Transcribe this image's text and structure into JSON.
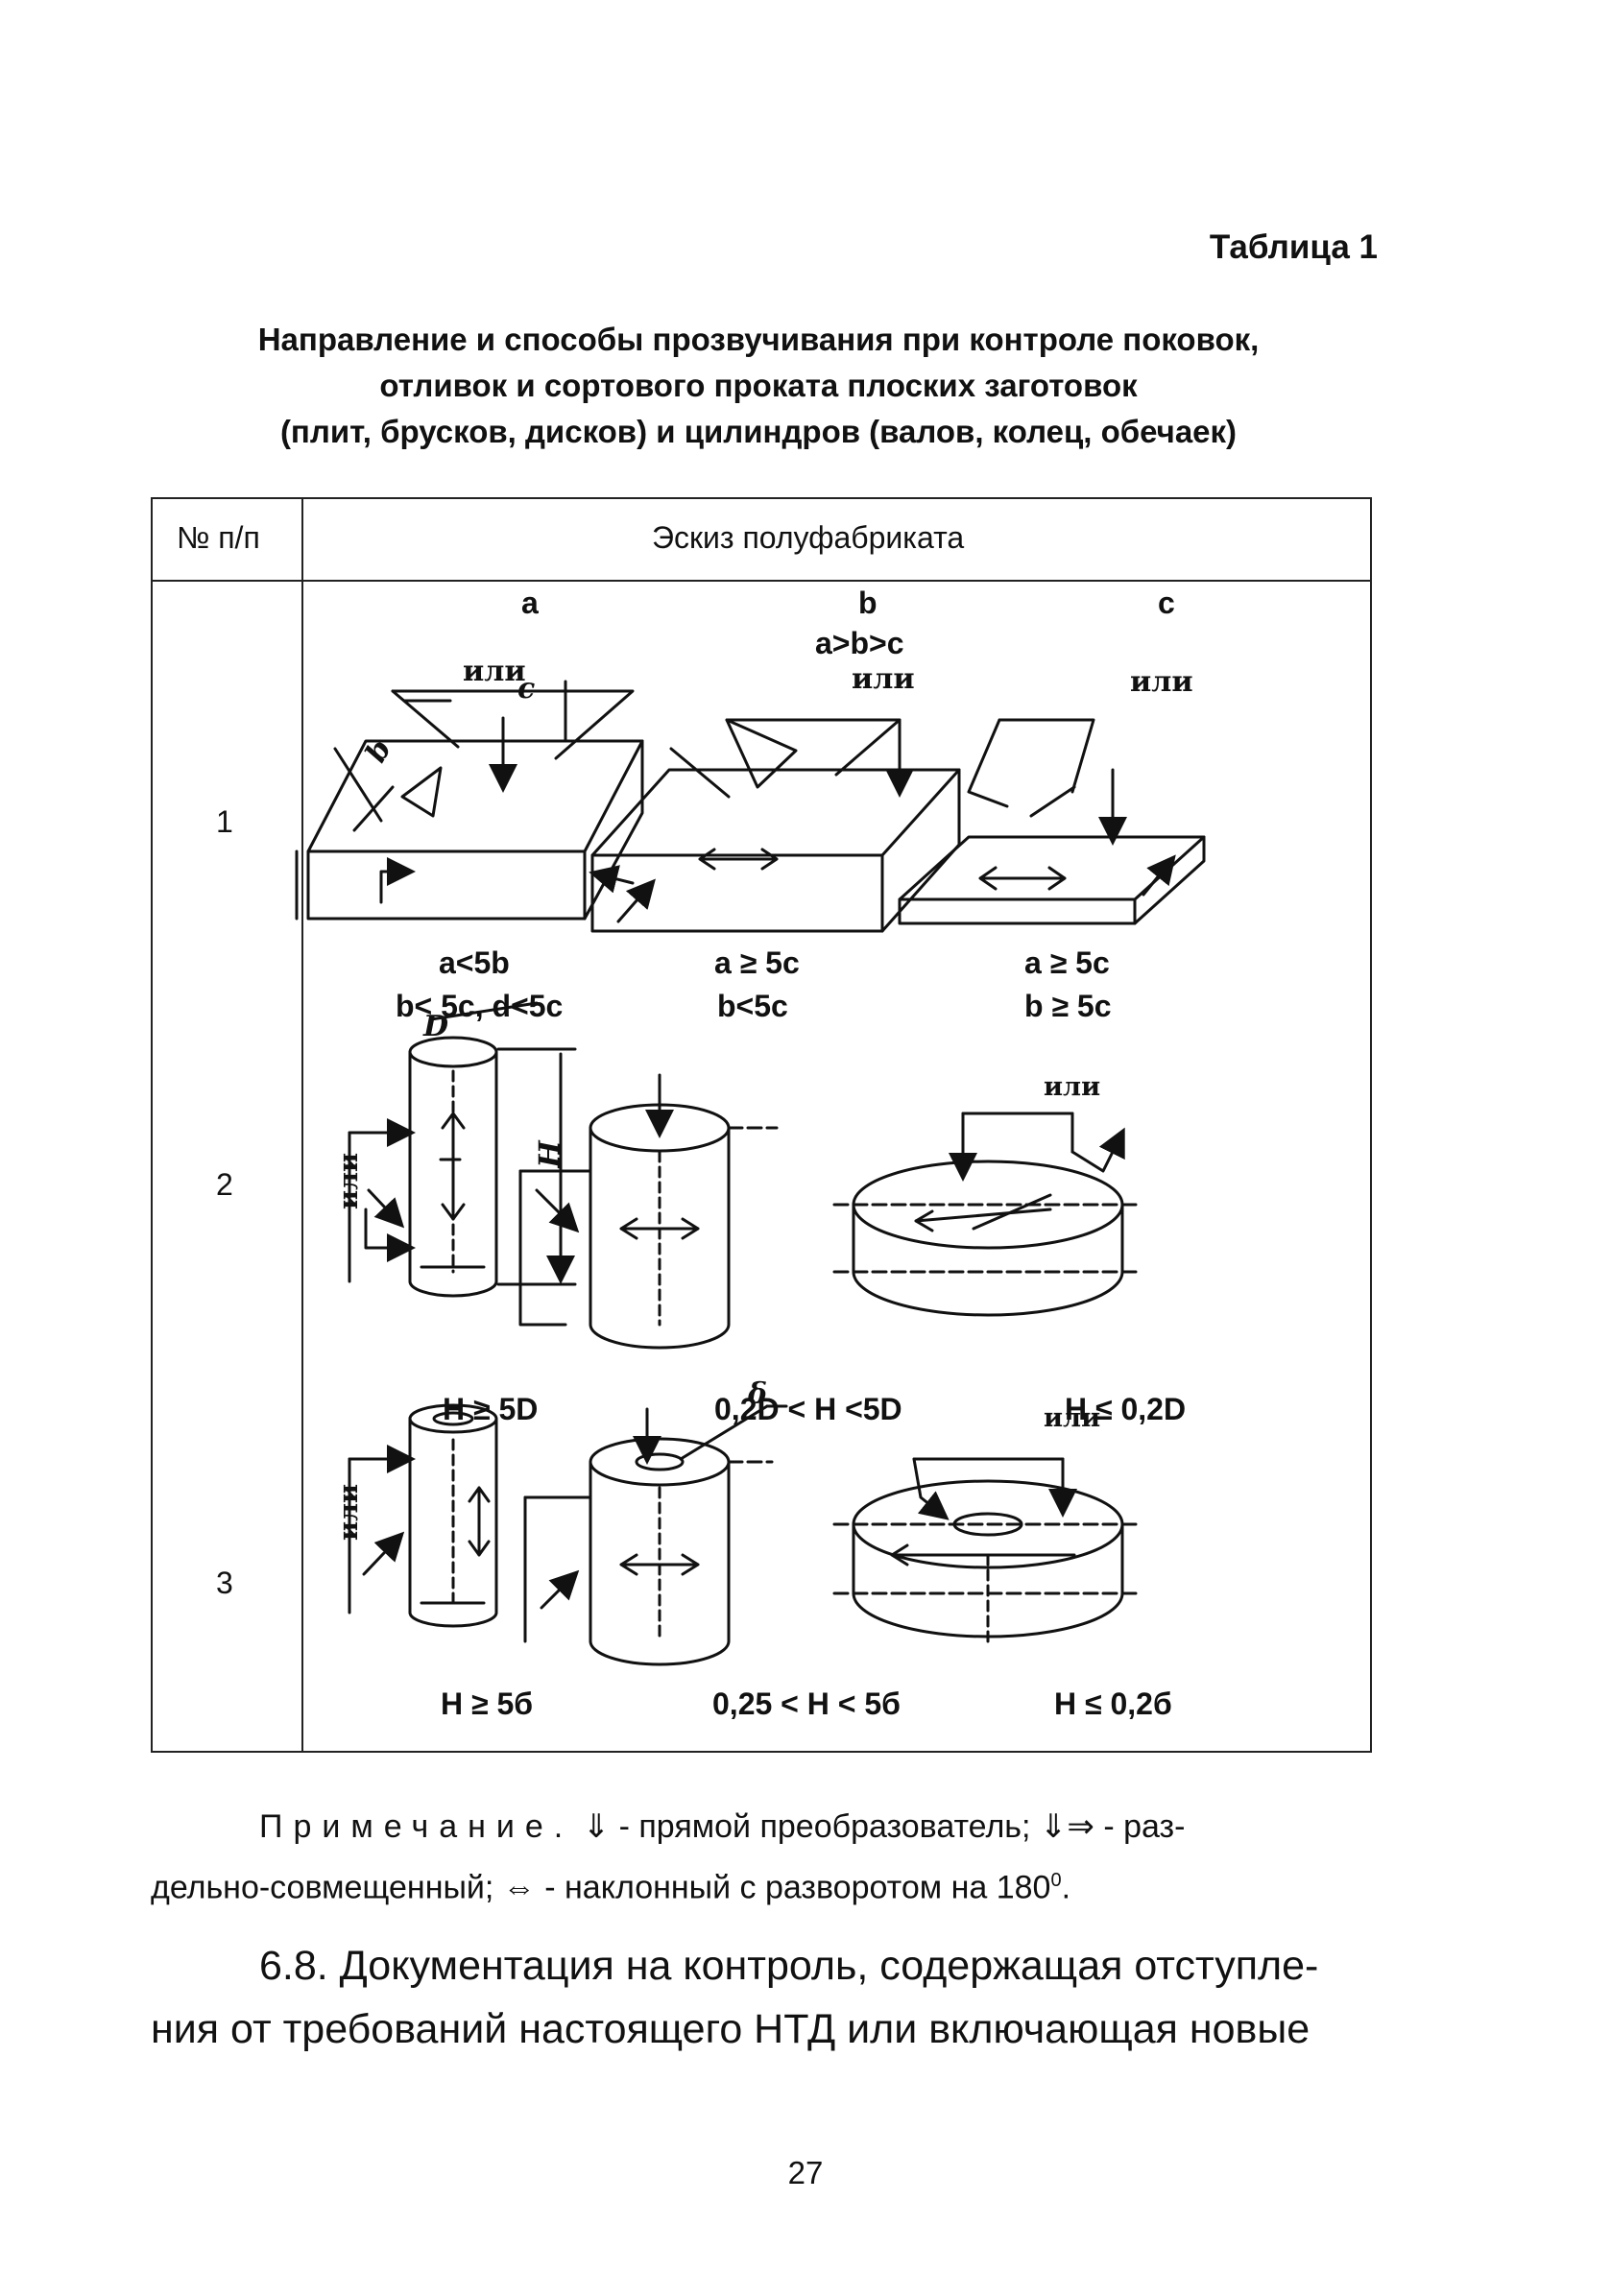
{
  "table_label": "Таблица 1",
  "title_lines": [
    "Направление и способы прозвучивания при контроле поковок,",
    "отливок и сортового проката плоских заготовок",
    "(плит, брусков, дисков) и цилиндров (валов, колец, обечаек)"
  ],
  "table": {
    "col_headers": [
      "№ п/п",
      "Эскиз полуфабриката"
    ],
    "sub_headers": {
      "a": "a",
      "b": "b",
      "c": "c",
      "relation": "a>b>c"
    },
    "ili": "или",
    "dim_labels": {
      "b": "b",
      "c": "c",
      "D": "D",
      "H": "H",
      "delta": "δ"
    },
    "rows": [
      {
        "num": "1",
        "conditions": [
          [
            "a<5b",
            "b< 5c, d<5c"
          ],
          [
            "a ≥ 5c",
            "b<5c"
          ],
          [
            "a ≥ 5c",
            "b ≥ 5c"
          ]
        ]
      },
      {
        "num": "2",
        "conditions": [
          [
            "H ≥ 5D"
          ],
          [
            "0,2D < H <5D"
          ],
          [
            "H ≤ 0,2D"
          ]
        ]
      },
      {
        "num": "3",
        "conditions": [
          [
            "H ≥ 5б"
          ],
          [
            "0,25 < H < 5б"
          ],
          [
            "H  ≤ 0,2б"
          ]
        ]
      }
    ]
  },
  "note": {
    "label": "Примечание.",
    "text1": " ⇓ - прямой преобразователь; ⇓⇒ - раз-",
    "text2": "дельно-совмещенный; ⇔ - наклонный с разворотом на 180",
    "sup": "0",
    "end": "."
  },
  "paragraph": {
    "line1": "6.8. Документация на контроль, содержащая отступле-",
    "line2": "ния от требований настоящего НТД или включающая новые"
  },
  "page_number": "27"
}
